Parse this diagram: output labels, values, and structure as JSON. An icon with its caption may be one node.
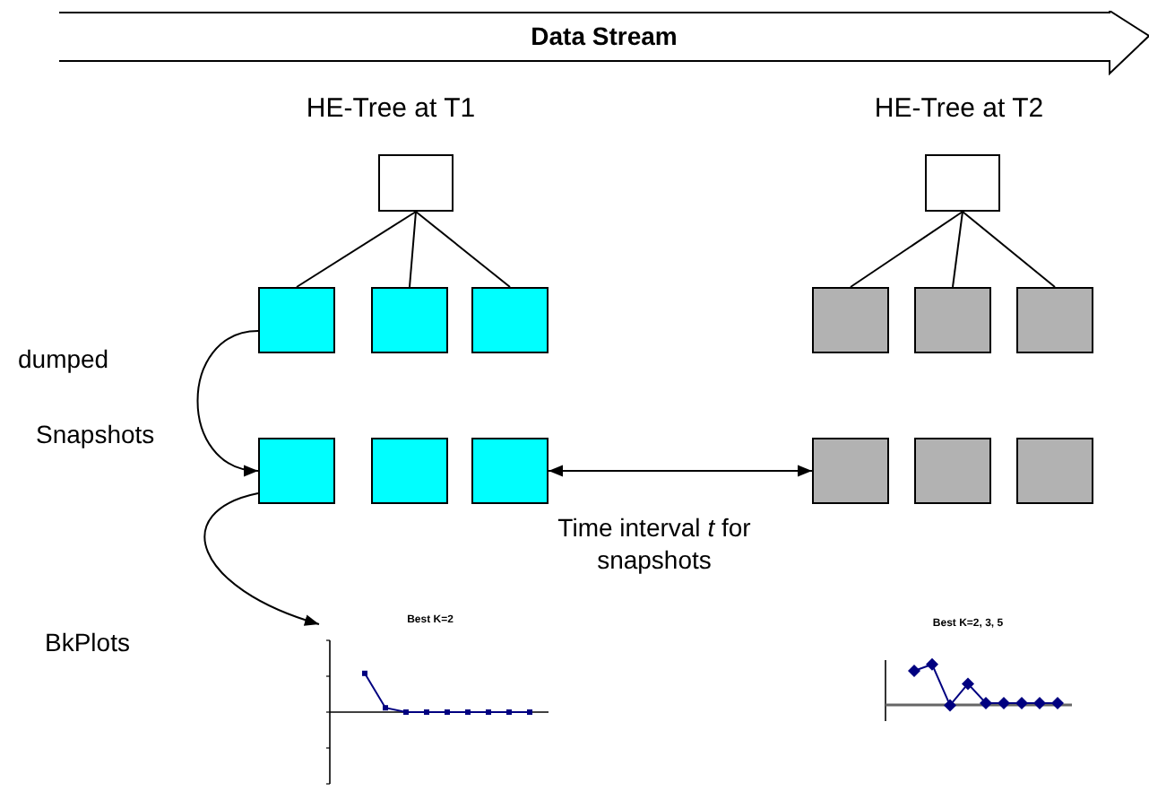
{
  "diagram": {
    "nodes": [
      {
        "text": [
          "Data Stream"
        ]
      },
      {
        "text": [],
        "shape": "box",
        "beside": [
          "HE-Tree at T1"
        ]
      },
      {
        "text": [],
        "shape": "box"
      },
      {
        "text": [],
        "shape": "box"
      },
      {
        "text": [],
        "shape": "box"
      },
      {
        "text": [],
        "shape": "box",
        "beside": [
          "HE-Tree at T2"
        ]
      },
      {
        "text": [],
        "shape": "box"
      },
      {
        "text": [],
        "shape": "box"
      },
      {
        "text": [],
        "shape": "box"
      },
      {
        "text": [],
        "shape": "box"
      },
      {
        "text": [],
        "shape": "box"
      },
      {
        "text": [],
        "shape": "box"
      },
      {
        "text": [],
        "shape": "box"
      },
      {
        "text": [],
        "shape": "box"
      },
      {
        "text": [],
        "shape": "box"
      },
      {
        "text": [
          "Best K=2"
        ]
      },
      {
        "text": [
          "Best K=2, 3, 5"
        ]
      }
    ],
    "edges": [
      {
        "from": 1,
        "to": 2,
        "arrow": "none"
      },
      {
        "from": 1,
        "to": 3,
        "arrow": "none"
      },
      {
        "from": 1,
        "to": 4,
        "arrow": "none"
      },
      {
        "from": 5,
        "to": 6,
        "arrow": "none"
      },
      {
        "from": 5,
        "to": 7,
        "arrow": "none"
      },
      {
        "from": 5,
        "to": 8,
        "arrow": "none"
      },
      {
        "from": 2,
        "to": 9,
        "arrow": "to",
        "label": "dumped"
      },
      {
        "from": 9,
        "to": 15,
        "arrow": "to"
      },
      {
        "from": 11,
        "to": 12,
        "arrow": "both",
        "label": "Time interval *t* for snapshots"
      }
    ],
    "labels": [
      "Snapshots",
      "BkPlots"
    ]
  }
}
